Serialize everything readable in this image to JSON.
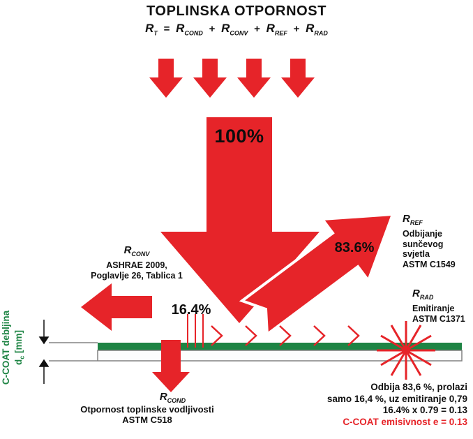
{
  "title": "TOPLINSKA OTPORNOST",
  "formula": {
    "r": "R",
    "eq": "=",
    "plus": "+",
    "sub_t": "T",
    "sub_cond": "COND",
    "sub_conv": "CONV",
    "sub_ref": "REF",
    "sub_rad": "RAD"
  },
  "percentages": {
    "incoming": "100%",
    "reflected": "83.6%",
    "transmitted": "16.4%"
  },
  "labels": {
    "rconv": {
      "r": "R",
      "sub": "CONV",
      "line1": "ASHRAE 2009,",
      "line2": "Poglavlje 26, Tablica 1"
    },
    "rref": {
      "r": "R",
      "sub": "REF",
      "line1": "Odbijanje",
      "line2": "sunčevog svjetla",
      "line3": "ASTM C1549"
    },
    "rrad": {
      "r": "R",
      "sub": "RAD",
      "line1": "Emitiranje",
      "line2": "ASTM C1371"
    },
    "rcond": {
      "r": "R",
      "sub": "COND",
      "line1": "Otpornost toplinske vodljivosti",
      "line2": "ASTM C518"
    },
    "ccoat": {
      "line1": "C-COAT debljina",
      "d": "d",
      "sub": "c",
      "unit": " [mm]"
    }
  },
  "summary": {
    "line1": "Odbija 83,6 %, prolazi",
    "line2": "samo 16,4 %, uz emitiranje 0,79",
    "line3": "16.4% x 0.79 = 0.13",
    "line4": "C-COAT emisivnost e = 0.13"
  },
  "colors": {
    "red": "#e62429",
    "green": "#1e8444",
    "text": "#111111"
  }
}
